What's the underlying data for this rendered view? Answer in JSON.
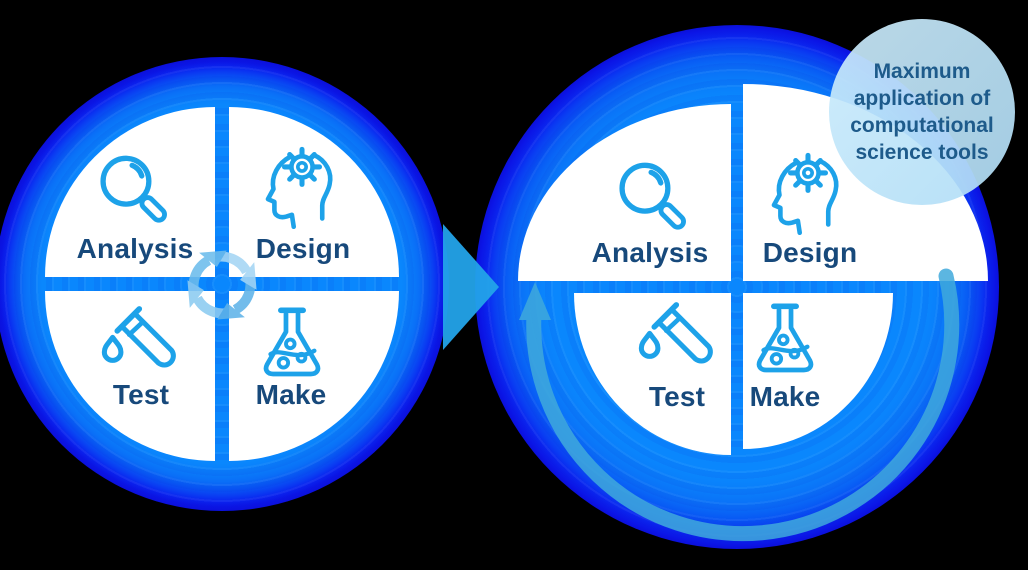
{
  "figure": {
    "type": "process-cycle-infographic",
    "background": "#000000"
  },
  "palette": {
    "ring_inner_blue": "#0a87fd",
    "ring_outer_blue": "#0b10db",
    "quadrant_bg": "#ffffff",
    "icon_stroke": "#1da2e9",
    "label_color": "#17497b",
    "connector_triangle": "#23a3e9",
    "loop_arrow": "#3fa9dc",
    "cycle_arrows_light": "#a5d6f4",
    "cycle_arrows_dark": "#5fb3e9",
    "callout_bg": "#bde3f8",
    "callout_text": "#1e5b8b"
  },
  "left_cycle": {
    "name": "design-cycle",
    "center_icon": "cycle-arrows-icon",
    "quadrants": [
      {
        "label": "Analysis",
        "icon": "magnifier-icon"
      },
      {
        "label": "Design",
        "icon": "head-gear-icon"
      },
      {
        "label": "Test",
        "icon": "test-tube-icon"
      },
      {
        "label": "Make",
        "icon": "flask-icon"
      }
    ]
  },
  "connector": {
    "shape": "right-pointing-triangle-arrow"
  },
  "right_cycle": {
    "name": "accelerated-design-cycle",
    "loop_arrow": "counterclockwise-sweep-arrow",
    "quadrants": [
      {
        "label": "Analysis",
        "icon": "magnifier-icon"
      },
      {
        "label": "Design",
        "icon": "head-gear-icon"
      },
      {
        "label": "Test",
        "icon": "test-tube-icon"
      },
      {
        "label": "Make",
        "icon": "flask-icon"
      }
    ],
    "callout": {
      "text": "Maximum application of computational science tools",
      "lines": [
        "Maximum",
        "application of",
        "computational",
        "science tools"
      ]
    }
  }
}
